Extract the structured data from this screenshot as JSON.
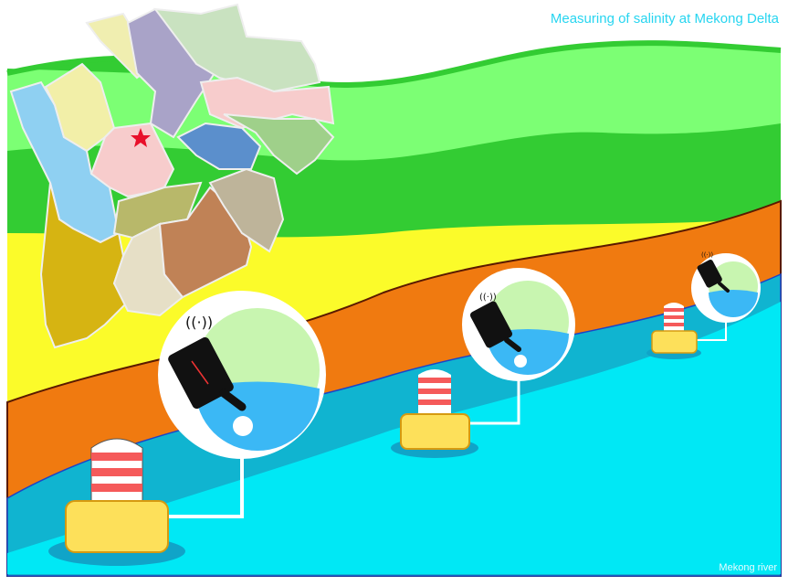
{
  "title": "Measuring of salinity at Mekong Delta",
  "river_label": "Mekong river",
  "colors": {
    "green_light": "#7cff74",
    "green_dark": "#33cc33",
    "yellow": "#fbfb2a",
    "orange": "#f07a10",
    "teal": "#10b4d0",
    "water": "#00e8f5",
    "buoy_body": "#fde05a",
    "buoy_stripe": "#f55a5a"
  },
  "icons": [
    "map-of-mekong-delta",
    "red-star-icon",
    "buoy-icon",
    "salinity-sensor-icon",
    "antenna-signal-icon"
  ]
}
